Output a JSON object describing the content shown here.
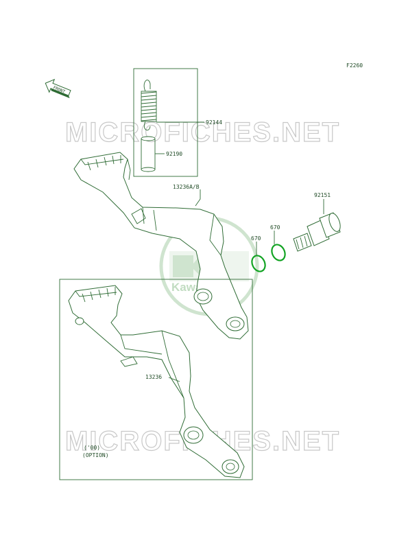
{
  "diagram": {
    "figure_code": "F2260",
    "front_label": "FRONT",
    "watermark_text": "MICROFICHES.NET",
    "logo_text": "Kawasaki",
    "colors": {
      "line": "#2e6b34",
      "ring": "#12a323",
      "watermark": "#c8c8c8"
    },
    "parts": {
      "spring": "92144",
      "collar": "92190",
      "pedal_upper": "13236A/B",
      "pivot_bolt": "92151",
      "oring_left": "670",
      "oring_right": "670",
      "pedal_lower": "13236"
    },
    "option_box": {
      "year": "('00)",
      "note": "(OPTION)"
    }
  }
}
